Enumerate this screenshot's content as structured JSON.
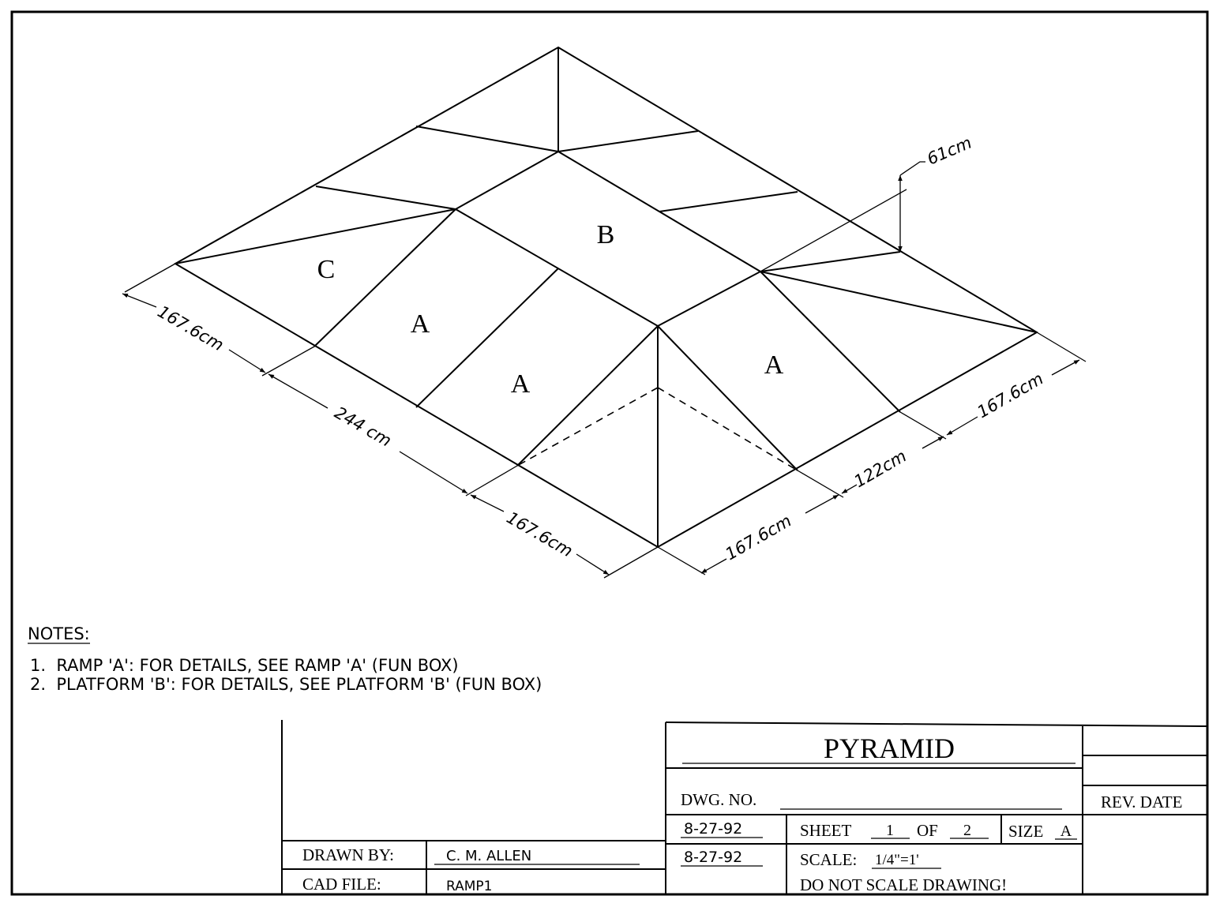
{
  "drawing": {
    "panel_labels": {
      "c": "C",
      "b": "B",
      "a1": "A",
      "a2": "A",
      "a3": "A"
    },
    "dimensions": {
      "height": "61cm",
      "left_1": "167.6cm",
      "left_2": "244 cm",
      "left_3": "167.6cm",
      "right_1": "167.6cm",
      "right_2": "122cm",
      "right_3": "167.6cm"
    }
  },
  "notes": {
    "heading": "NOTES:",
    "items": [
      "1.  RAMP 'A': FOR DETAILS, SEE RAMP 'A' (FUN BOX)",
      "2.  PLATFORM 'B': FOR DETAILS, SEE PLATFORM 'B' (FUN BOX)"
    ]
  },
  "title_block": {
    "title": "PYRAMID",
    "dwg_no_label": "DWG. NO.",
    "rev_date_label": "REV. DATE",
    "date_1": "8-27-92",
    "date_2": "8-27-92",
    "sheet_label": "SHEET",
    "sheet_num": "1",
    "of_label": "OF",
    "sheet_total": "2",
    "size_label": "SIZE",
    "size_value": "A",
    "scale_label": "SCALE:",
    "scale_value": "1/4\"=1'",
    "scale_warning": "DO NOT SCALE DRAWING!",
    "drawn_by_label": "DRAWN BY:",
    "drawn_by_value": "C. M. ALLEN",
    "cad_file_label": "CAD FILE:",
    "cad_file_value": "RAMP1"
  }
}
